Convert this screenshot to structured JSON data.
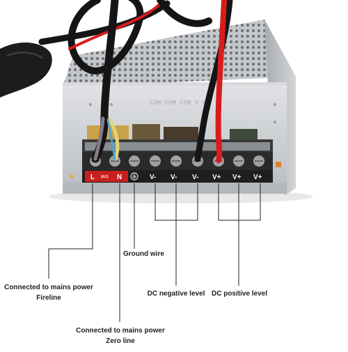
{
  "terminals": {
    "l": "L",
    "ac": "(AC)",
    "n": "N",
    "v1": "V-",
    "v2": "V-",
    "v3": "V-",
    "v4": "V+",
    "v5": "V+",
    "v6": "V+"
  },
  "labels": {
    "fireline_1": "Connected to mains power",
    "fireline_2": "Fireline",
    "zero_1": "Connected to mains power",
    "zero_2": "Zero line",
    "ground": "Ground wire",
    "dc_negative": "DC negative level",
    "dc_positive": "DC positive level"
  },
  "colors": {
    "terminal_red": "#c8201e",
    "wire_red": "#d81c1c",
    "wire_black": "#151515",
    "leader_line": "#222222",
    "chassis": "#c9ccd0"
  },
  "icons": {
    "ground": "ground-symbol-icon",
    "screw": "screw-icon"
  }
}
